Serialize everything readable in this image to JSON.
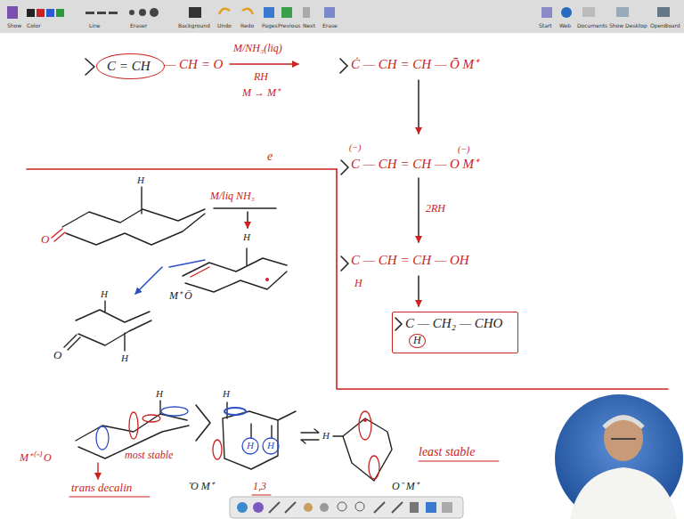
{
  "diagram": {
    "nodes": [
      {
        "text": [
          "C = CH"
        ]
      },
      {
        "text": [
          "C — CH₂ — CHO",
          "H"
        ]
      }
    ],
    "labels": [
      "Show",
      "Color",
      "Line",
      "Eraser",
      "Background",
      "Undo",
      "Redo",
      "Pages",
      "Previous",
      "Next",
      "Erase",
      "Start",
      "Web",
      "Documents",
      "Show Desktop",
      "OpenBoard",
      "— CH = O",
      "M/NH₃(liq)",
      "RH",
      "M → M⁺",
      "Ċ — CH = CH — Ō M⁺",
      "e",
      "(−)",
      "C — CH = CH — O M⁺",
      "(−)",
      "2RH",
      "C — CH = CH — OH",
      "H",
      "H",
      "M/liq NH₃",
      "O",
      "H",
      "H",
      "O",
      "H",
      "M⁺ Ō",
      "H",
      "M⁺⁽⁻⁾ O",
      "most stable",
      "trans decalin",
      "H",
      "H",
      "H",
      "1,3",
      "⁻O M⁺",
      "H",
      "O⁻ M⁺",
      "least stable"
    ]
  }
}
